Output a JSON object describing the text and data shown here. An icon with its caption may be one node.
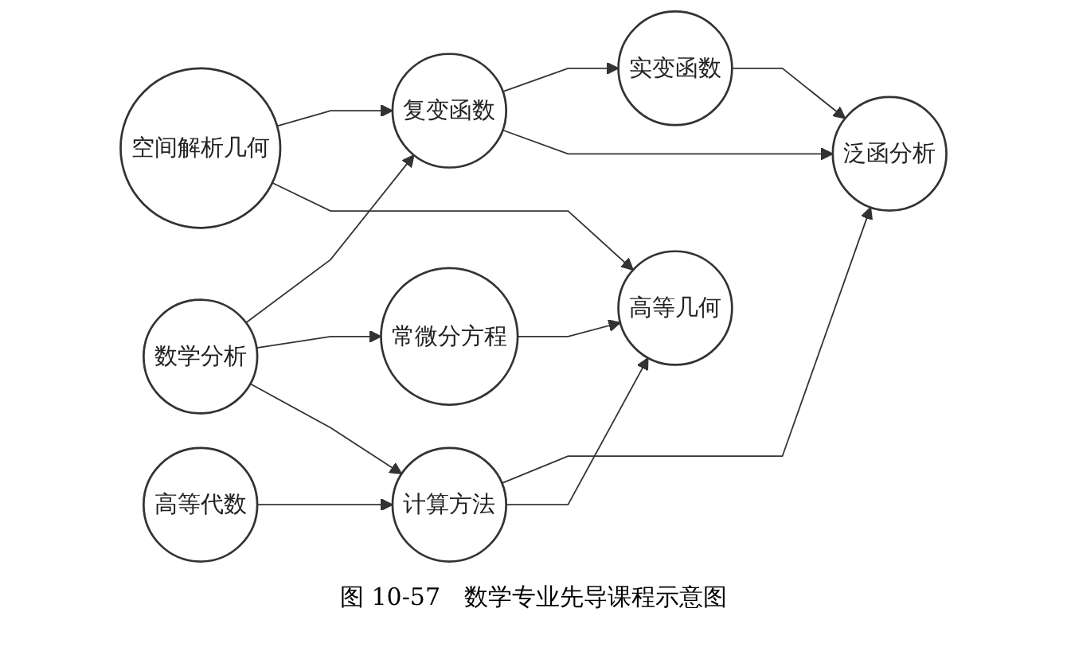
{
  "diagram": {
    "caption": "图 10-57　数学专业先导课程示意图",
    "nodes": [
      {
        "text": [
          "数学分析"
        ]
      },
      {
        "text": [
          "高等代数"
        ]
      },
      {
        "text": [
          "空间解析几何"
        ]
      },
      {
        "text": [
          "复变函数"
        ]
      },
      {
        "text": [
          "常微分方程"
        ]
      },
      {
        "text": [
          "计算方法"
        ]
      },
      {
        "text": [
          "实变函数"
        ]
      },
      {
        "text": [
          "泛函分析"
        ]
      },
      {
        "text": [
          "高等几何"
        ]
      }
    ],
    "edges": [
      {
        "from": 0,
        "to": 3,
        "arrow": "to"
      },
      {
        "from": 0,
        "to": 4,
        "arrow": "to"
      },
      {
        "from": 0,
        "to": 5,
        "arrow": "to"
      },
      {
        "from": 1,
        "to": 5,
        "arrow": "to"
      },
      {
        "from": 2,
        "to": 3,
        "arrow": "to"
      },
      {
        "from": 2,
        "to": 8,
        "arrow": "to"
      },
      {
        "from": 3,
        "to": 6,
        "arrow": "to"
      },
      {
        "from": 3,
        "to": 7,
        "arrow": "to"
      },
      {
        "from": 4,
        "to": 8,
        "arrow": "to"
      },
      {
        "from": 5,
        "to": 7,
        "arrow": "to"
      },
      {
        "from": 5,
        "to": 8,
        "arrow": "to"
      },
      {
        "from": 6,
        "to": 7,
        "arrow": "to"
      }
    ]
  }
}
